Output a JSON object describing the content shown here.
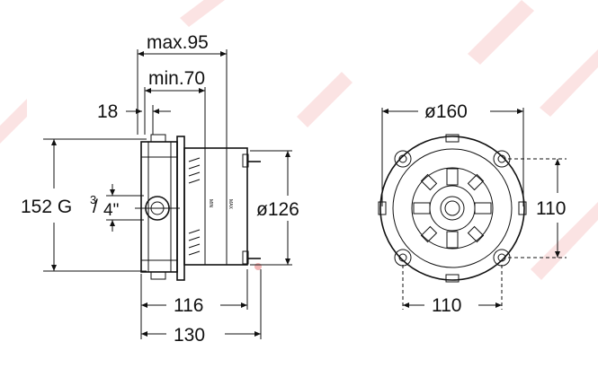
{
  "diagram": {
    "side_view": {
      "max_depth": "max.95",
      "min_depth": "min.70",
      "offset": "18",
      "height_and_thread": "152 G",
      "thread_fraction_num": "3",
      "thread_fraction_den": "4\"",
      "inner_diameter": "ø126",
      "width_inner": "116",
      "width_outer": "130",
      "body_text_1": "MAX",
      "body_text_2": "MIN"
    },
    "front_view": {
      "outer_diameter": "ø160",
      "vertical_spacing": "110",
      "horizontal_spacing": "110"
    }
  },
  "colors": {
    "line": "#111111",
    "watermark": "#fbe3e3",
    "accent_pink": "#f2b6b6"
  }
}
